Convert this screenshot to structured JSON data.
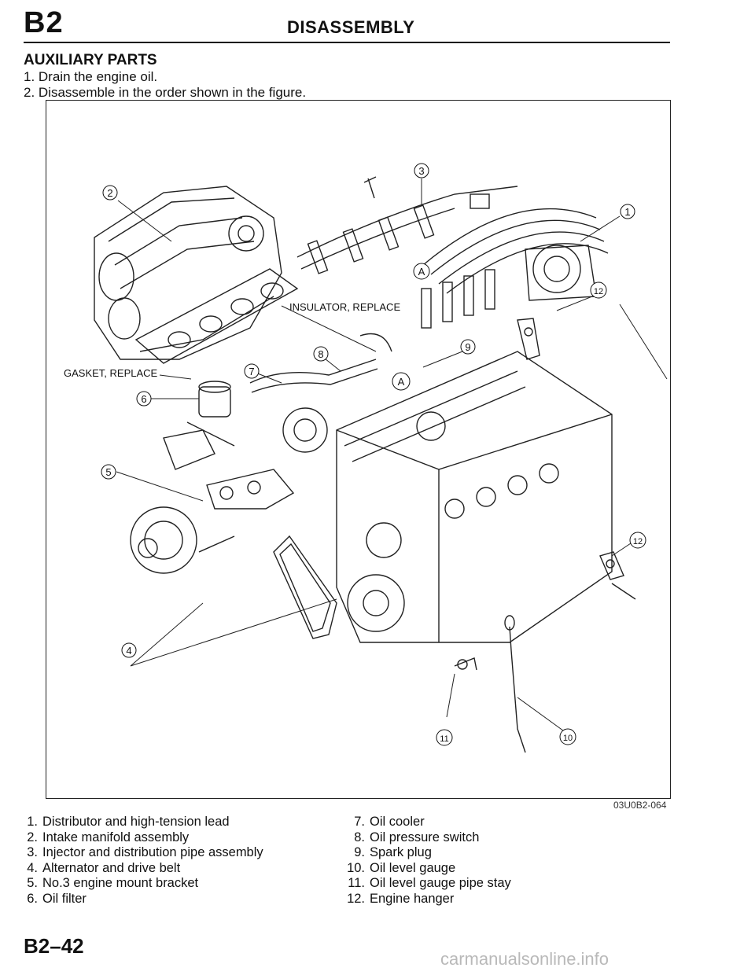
{
  "header": {
    "section_code": "B2",
    "title": "DISASSEMBLY"
  },
  "content": {
    "section_heading": "AUXILIARY PARTS",
    "steps": [
      "1. Drain the engine oil.",
      "2. Disassemble in the order shown in the figure."
    ]
  },
  "figure": {
    "figure_code": "03U0B2-064",
    "annotations": {
      "gasket": "GASKET, REPLACE",
      "insulator": "INSULATOR, REPLACE"
    },
    "ref_marks": {
      "n1": "1",
      "n2": "2",
      "n3": "3",
      "n4": "4",
      "n5": "5",
      "n6": "6",
      "n7": "7",
      "n8": "8",
      "n9": "9",
      "n10": "10",
      "n11": "11",
      "n12a": "12",
      "n12b": "12",
      "markA1": "A",
      "markA2": "A"
    }
  },
  "parts_list": {
    "left": [
      {
        "num": "1.",
        "text": "Distributor and high-tension lead"
      },
      {
        "num": "2.",
        "text": "Intake manifold assembly"
      },
      {
        "num": "3.",
        "text": "Injector and distribution pipe assembly"
      },
      {
        "num": "4.",
        "text": "Alternator and drive belt"
      },
      {
        "num": "5.",
        "text": "No.3 engine mount bracket"
      },
      {
        "num": "6.",
        "text": "Oil filter"
      }
    ],
    "right": [
      {
        "num": "7.",
        "text": "Oil cooler"
      },
      {
        "num": "8.",
        "text": "Oil pressure switch"
      },
      {
        "num": "9.",
        "text": "Spark plug"
      },
      {
        "num": "10.",
        "text": "Oil level gauge"
      },
      {
        "num": "11.",
        "text": "Oil level gauge pipe stay"
      },
      {
        "num": "12.",
        "text": "Engine hanger"
      }
    ]
  },
  "footer": {
    "page_number": "B2–42",
    "watermark": "carmanualsonline.info"
  }
}
